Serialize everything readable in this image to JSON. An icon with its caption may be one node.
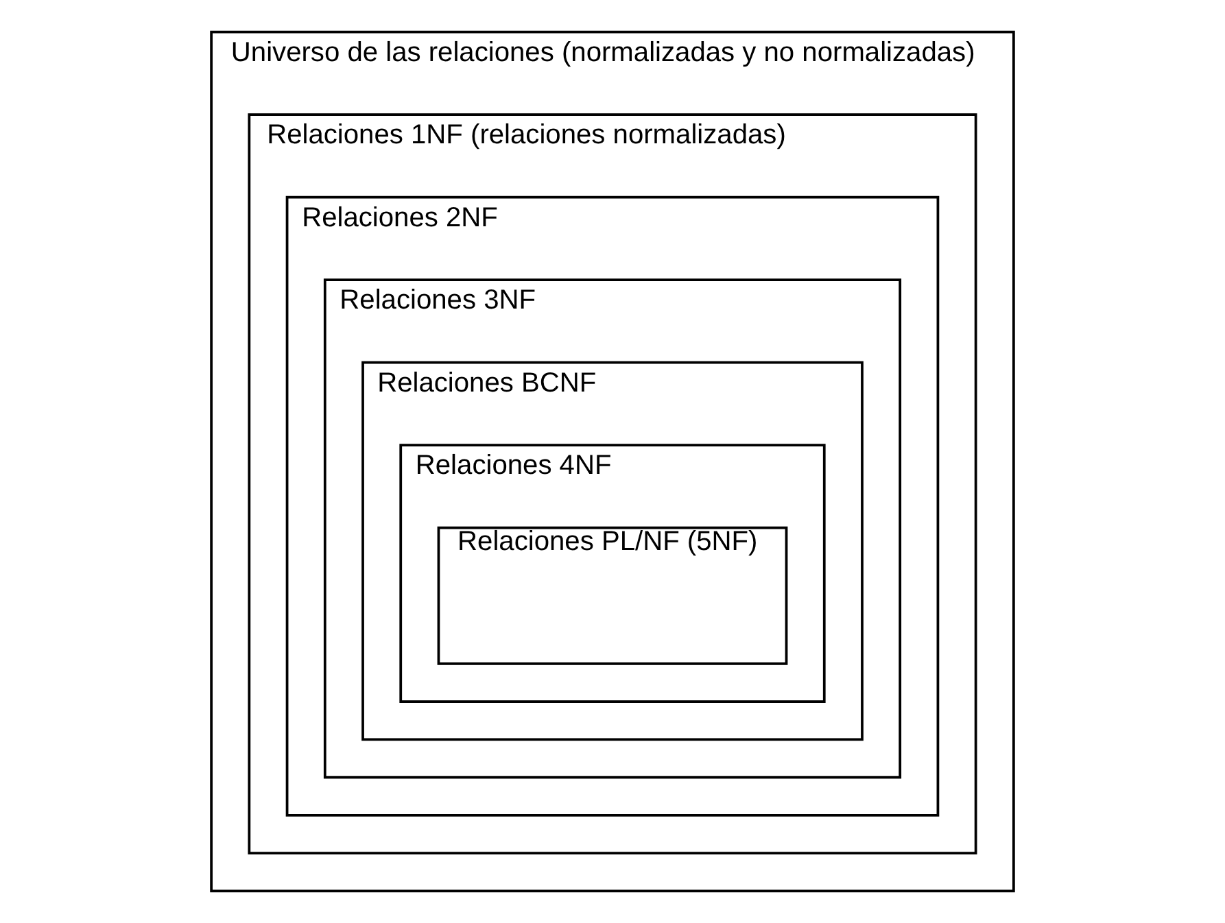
{
  "diagram": {
    "nodes": [
      {
        "text": [
          "Universo de las relaciones (normalizadas y no normalizadas)"
        ]
      },
      {
        "text": [
          "Relaciones 1NF (relaciones normalizadas)"
        ],
        "in": 0
      },
      {
        "text": [
          "Relaciones 2NF"
        ],
        "in": 1
      },
      {
        "text": [
          "Relaciones 3NF"
        ],
        "in": 2
      },
      {
        "text": [
          "Relaciones BCNF"
        ],
        "in": 3
      },
      {
        "text": [
          "Relaciones 4NF"
        ],
        "in": 4
      },
      {
        "text": [
          "Relaciones PL/NF (5NF)"
        ],
        "in": 5
      }
    ]
  }
}
